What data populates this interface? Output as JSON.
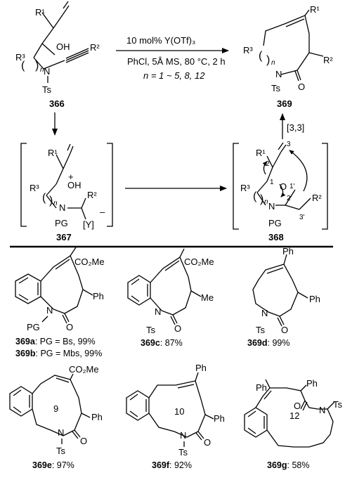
{
  "reaction": {
    "conditions": [
      "10 mol% Y(OTf)₃",
      "PhCl, 5Å MS, 80 °C, 2 h",
      "n = 1 ~ 5, 8, 12"
    ],
    "rearrangement": "[3,3]"
  },
  "compounds": {
    "sm_id": "366",
    "int1_id": "367",
    "int2_id": "368",
    "prod_id": "369"
  },
  "atoms": {
    "R1": "R¹",
    "R2": "R²",
    "R3": "R³",
    "OH": "OH",
    "N": "N",
    "O": "O",
    "Ts": "Ts",
    "PG": "PG",
    "Y": "[Y]",
    "plus": "+",
    "minus": "–",
    "n": "n",
    "Ph": "Ph",
    "Me": "Me",
    "CO2Me": "CO₂Me",
    "ring9": "9",
    "ring10": "10",
    "ring12": "12",
    "num1": "1",
    "num2": "2",
    "num3": "3",
    "num1p": "1'",
    "num2p": "2'",
    "num3p": "3'"
  },
  "examples": {
    "a": {
      "id": "369a",
      "text": ": PG = Bs, 99%"
    },
    "b": {
      "id": "369b",
      "text": ": PG = Mbs, 99%"
    },
    "c": {
      "id": "369c",
      "text": ": 87%"
    },
    "d": {
      "id": "369d",
      "text": ": 99%"
    },
    "e": {
      "id": "369e",
      "text": ": 97%"
    },
    "f": {
      "id": "369f",
      "text": ": 92%"
    },
    "g": {
      "id": "369g",
      "text": ": 58%"
    }
  }
}
